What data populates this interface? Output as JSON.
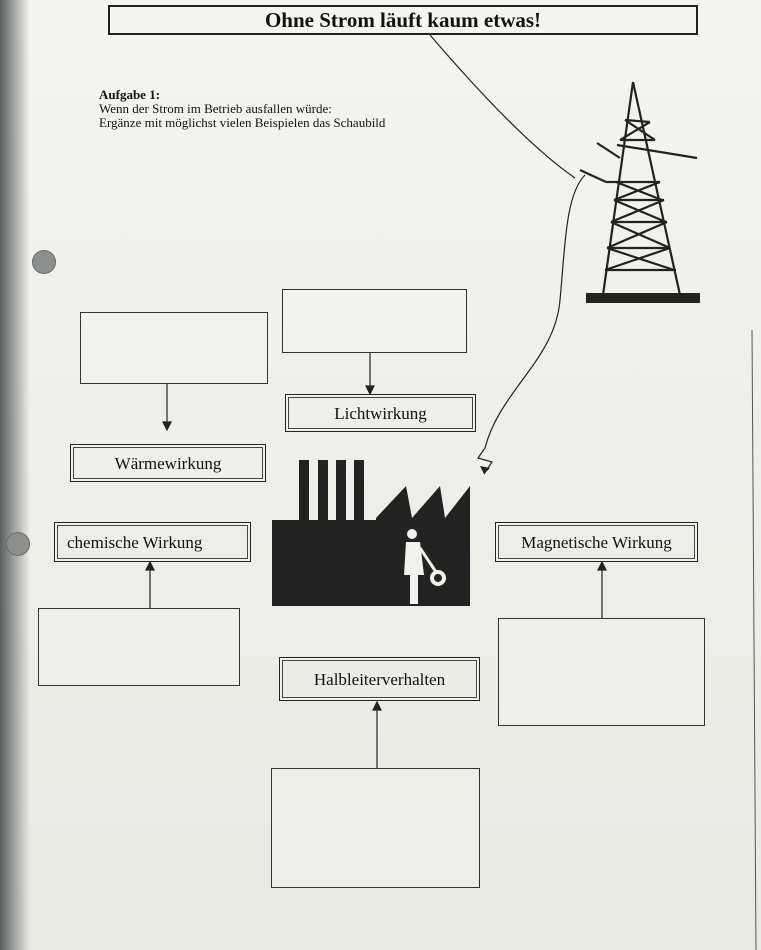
{
  "title": "Ohne Strom läuft kaum etwas!",
  "task": {
    "heading": "Aufgabe 1:",
    "line1": "Wenn der Strom im Betrieb ausfallen würde:",
    "line2": "Ergänze mit möglichst vielen Beispielen das Schaubild"
  },
  "effects": {
    "light": "Lichtwirkung",
    "heat": "Wärmewirkung",
    "chemical": "chemische Wirkung",
    "magnetic": "Magnetische Wirkung",
    "semiconductor": "Halbleiterverhalten"
  },
  "icons": {
    "tower": "power-pylon-icon",
    "factory": "factory-icon",
    "worker": "worker-icon",
    "lightning": "lightning-bolt-icon"
  },
  "colors": {
    "ink": "#222222",
    "paper": "#f1f1ee"
  }
}
